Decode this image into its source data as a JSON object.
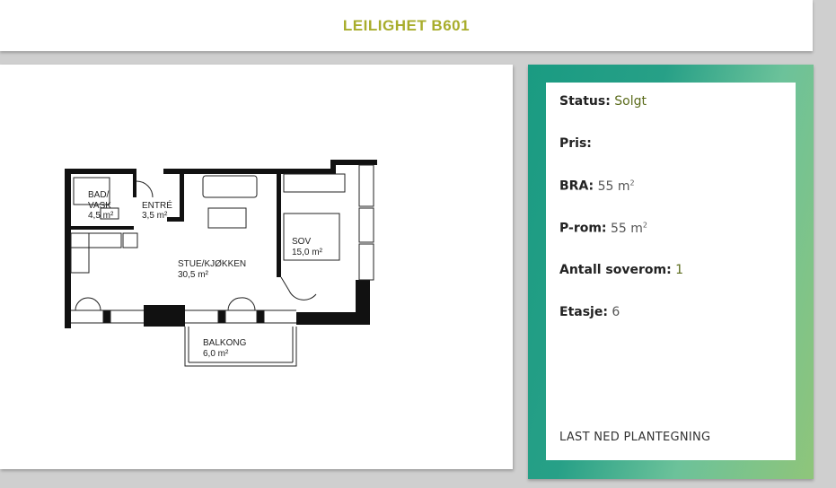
{
  "header": {
    "title": "LEILIGHET B601"
  },
  "floorplan": {
    "rooms": [
      {
        "name": "BAD/",
        "area": ""
      },
      {
        "name": "VASK",
        "area": "4,5 m²"
      },
      {
        "name": "ENTRÉ",
        "area": "3,5 m²"
      },
      {
        "name": "STUE/KJØKKEN",
        "area": "30,5 m²"
      },
      {
        "name": "SOV",
        "area": "15,0 m²"
      },
      {
        "name": "BALKONG",
        "area": "6,0 m²"
      }
    ]
  },
  "info": {
    "status_label": "Status:",
    "status_value": "Solgt",
    "price_label": "Pris:",
    "price_value": "",
    "bra_label": "BRA:",
    "bra_value": "55 m",
    "bra_sup": "2",
    "prom_label": "P-rom:",
    "prom_value": "55 m",
    "prom_sup": "2",
    "bedrooms_label": "Antall soverom:",
    "bedrooms_value": "1",
    "floor_label": "Etasje:",
    "floor_value": "6",
    "download_label": "LAST NED PLANTEGNING"
  },
  "colors": {
    "title": "#a8ad2c",
    "frame_from": "#1a9b82",
    "frame_to": "#8fc57a"
  }
}
